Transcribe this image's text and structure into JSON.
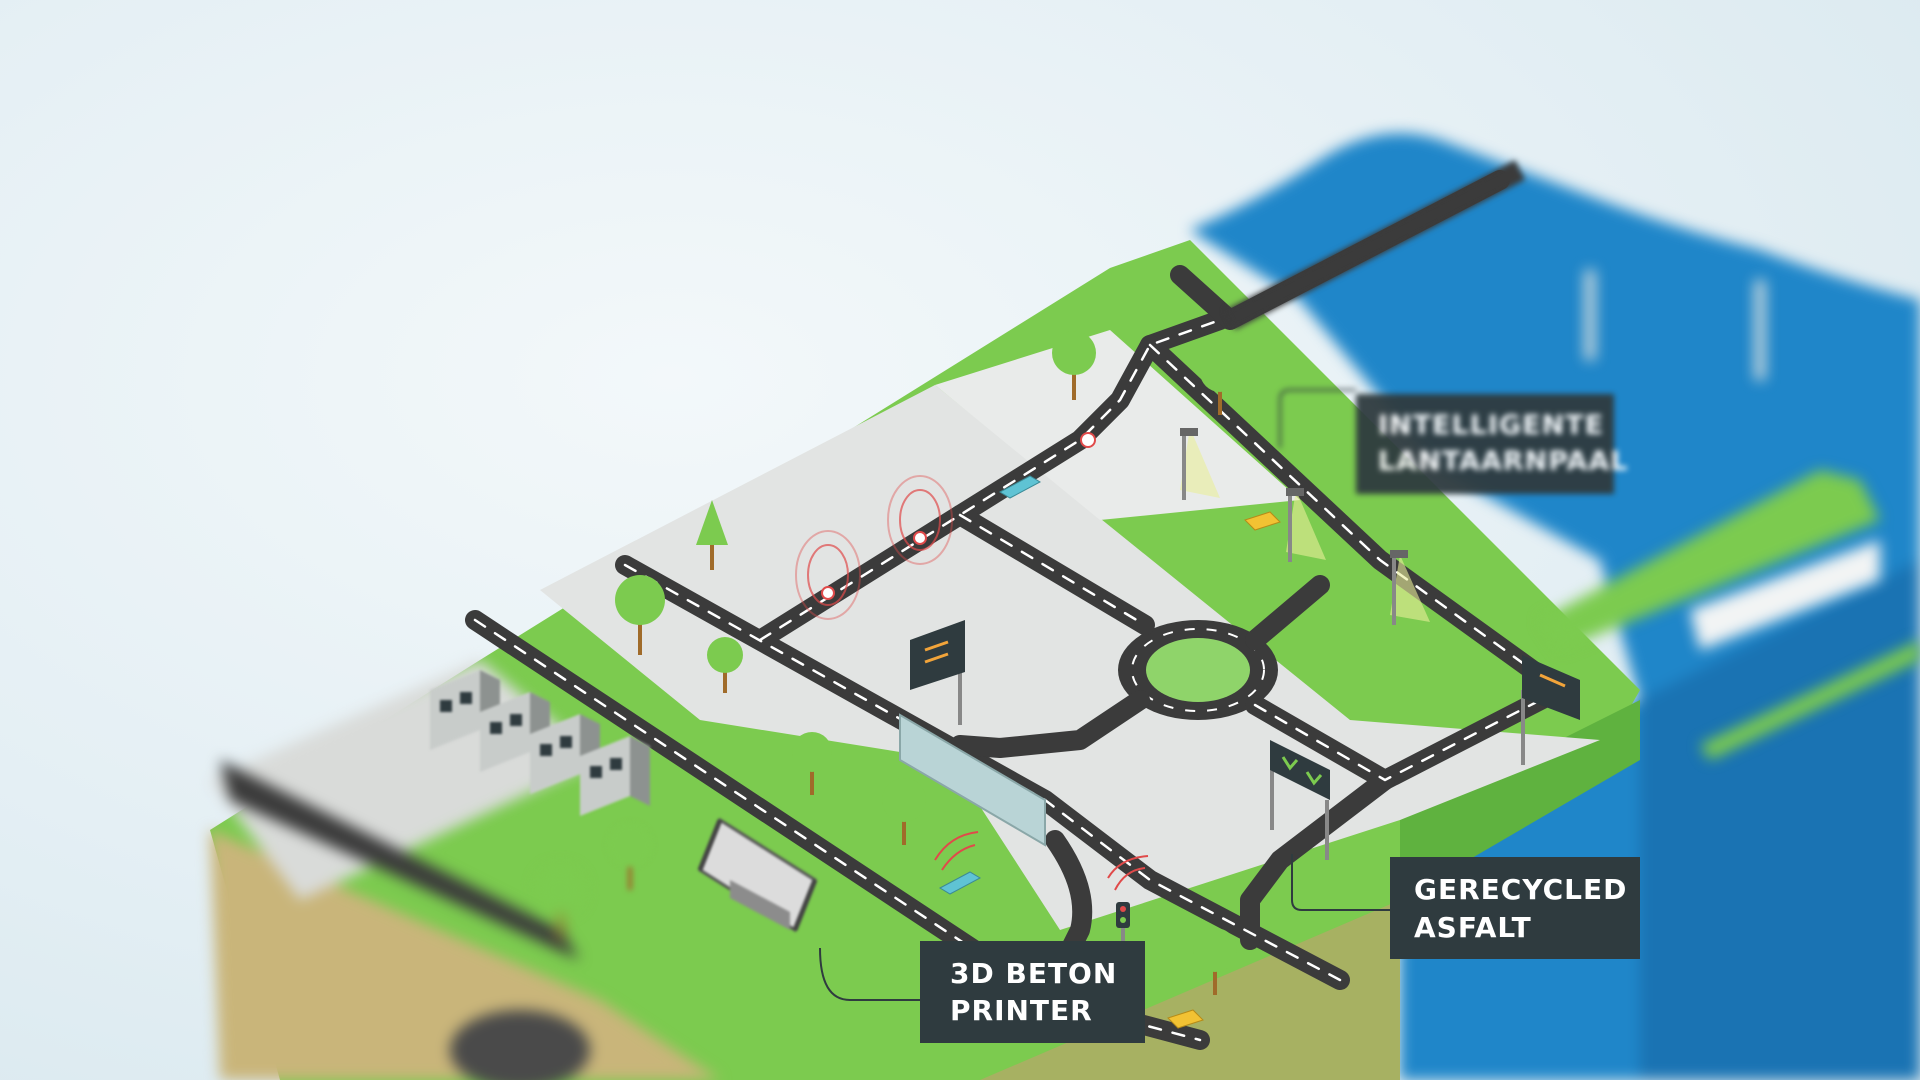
{
  "callouts": {
    "intelligent_lighting": {
      "line1": "INTELLIGENTE",
      "line2": "LANTAARNPAAL"
    },
    "recycled_asphalt": {
      "line1": "GERECYCLED",
      "line2": "ASFALT"
    },
    "concrete_printer": {
      "line1": "3D BETON",
      "line2": "PRINTER"
    }
  },
  "colors": {
    "grass": "#7ccb4f",
    "grass_dark": "#5fb23f",
    "water": "#1f86c9",
    "road": "#3b3b3b",
    "plaza": "#e2e4e3",
    "soil": "#c9b57a",
    "callout_bg": "#2f3b3f",
    "callout_text": "#ffffff",
    "signal_ring": "#e04a4a",
    "car_teal": "#5fc3d4",
    "car_yellow": "#f2c233"
  },
  "icons": [
    "street-lamp-icon",
    "traffic-light-icon",
    "matrix-sign-icon",
    "wifi-signal-icon"
  ]
}
